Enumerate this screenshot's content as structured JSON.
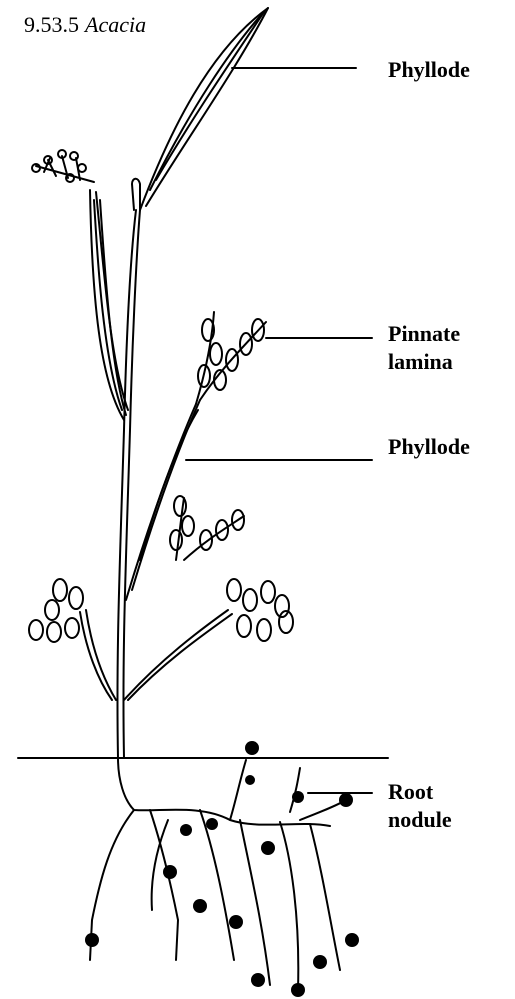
{
  "figure": {
    "number": "9.53.5",
    "genus": "Acacia"
  },
  "labels": {
    "phyllode_top": "Phyllode",
    "pinnate_line1": "Pinnate",
    "pinnate_line2": "lamina",
    "phyllode_mid": "Phyllode",
    "root_line1": "Root",
    "root_line2": "nodule"
  }
}
